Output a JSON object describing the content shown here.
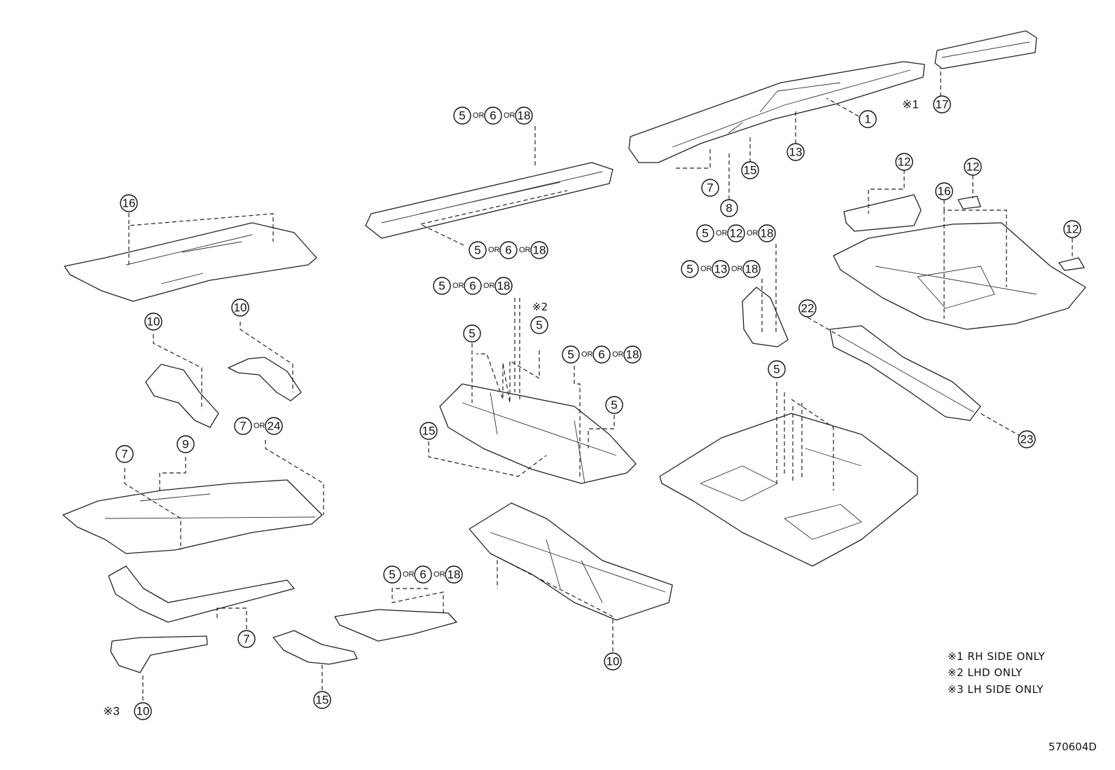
{
  "callouts": [
    {
      "id": "c1",
      "text": "1"
    },
    {
      "id": "c17",
      "text": "17",
      "prefix": "※1"
    },
    {
      "id": "c13",
      "text": "13"
    },
    {
      "id": "c15a",
      "text": "15"
    },
    {
      "id": "c7a",
      "text": "7"
    },
    {
      "id": "c8",
      "text": "8"
    },
    {
      "id": "c12a",
      "text": "12"
    },
    {
      "id": "c12b",
      "text": "12"
    },
    {
      "id": "c16b",
      "text": "16"
    },
    {
      "id": "c12c",
      "text": "12"
    },
    {
      "id": "c16a",
      "text": "16"
    },
    {
      "id": "c10a",
      "text": "10"
    },
    {
      "id": "c10b",
      "text": "10"
    },
    {
      "id": "c7b",
      "text": "7"
    },
    {
      "id": "c9",
      "text": "9"
    },
    {
      "id": "c5a",
      "text": "5"
    },
    {
      "id": "c5b",
      "text": "5"
    },
    {
      "id": "c5c",
      "text": "5"
    },
    {
      "id": "c15b",
      "text": "15"
    },
    {
      "id": "c22",
      "text": "22"
    },
    {
      "id": "c23",
      "text": "23"
    },
    {
      "id": "c5d",
      "text": "5"
    },
    {
      "id": "c7c",
      "text": "7"
    },
    {
      "id": "c10c",
      "text": "10",
      "prefix": "※3"
    },
    {
      "id": "c15c",
      "text": "15"
    },
    {
      "id": "c10d",
      "text": "10"
    }
  ],
  "or_groups": [
    {
      "id": "g1",
      "items": [
        "5",
        "6",
        "18"
      ],
      "sep": "OR"
    },
    {
      "id": "g2",
      "items": [
        "5",
        "6",
        "18"
      ],
      "sep": "OR"
    },
    {
      "id": "g3",
      "items": [
        "5",
        "6",
        "18"
      ],
      "sep": "OR"
    },
    {
      "id": "g4",
      "items": [
        "5",
        "6",
        "18"
      ],
      "sep": "OR"
    },
    {
      "id": "g5",
      "items": [
        "5",
        "6",
        "18"
      ],
      "sep": "OR"
    },
    {
      "id": "g6",
      "items": [
        "5",
        "12",
        "18"
      ],
      "sep": "OR"
    },
    {
      "id": "g7",
      "items": [
        "5",
        "13",
        "18"
      ],
      "sep": "OR"
    },
    {
      "id": "g8",
      "items": [
        "7",
        "24"
      ],
      "sep": "OR"
    }
  ],
  "lhd_note": {
    "mark": "※2",
    "number": "5"
  },
  "legend": [
    "※1 RH SIDE ONLY",
    "※2 LHD ONLY",
    "※3 LH SIDE ONLY"
  ],
  "diagram_code": "570604D"
}
